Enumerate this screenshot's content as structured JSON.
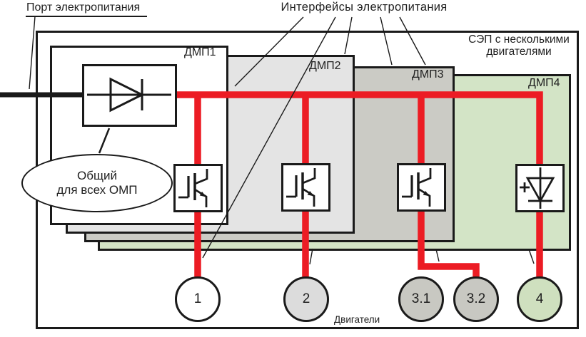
{
  "palette": {
    "red": "#ec1c24",
    "ink": "#1a1a1a",
    "dmp1": "#ffffff",
    "dmp2": "#e4e4e4",
    "dmp3": "#cbcbc5",
    "dmp4": "#d3e4c6",
    "m1": "#ffffff",
    "m2": "#dcdcdc",
    "m3": "#c8c8c2",
    "m4": "#cfe0bf"
  },
  "annotations": {
    "power_port": "Порт электропитания",
    "power_interfaces": "Интерфейсы электропитания",
    "system_title": [
      "СЭП с несколькими",
      "двигателями"
    ],
    "common_callout": [
      "Общий",
      "для всех ОМП"
    ],
    "motors_caption": "Двигатели"
  },
  "modules": [
    {
      "label": "ДМП1"
    },
    {
      "label": "ДМП2"
    },
    {
      "label": "ДМП3"
    },
    {
      "label": "ДМП4"
    }
  ],
  "motors": [
    {
      "label": "1"
    },
    {
      "label": "2"
    },
    {
      "label": "3.1"
    },
    {
      "label": "3.2"
    },
    {
      "label": "4"
    }
  ],
  "icons": {
    "rectifier": "diode-right",
    "switch": "igbt-transistor",
    "motor4_converter": "diode-down-with-plus"
  }
}
